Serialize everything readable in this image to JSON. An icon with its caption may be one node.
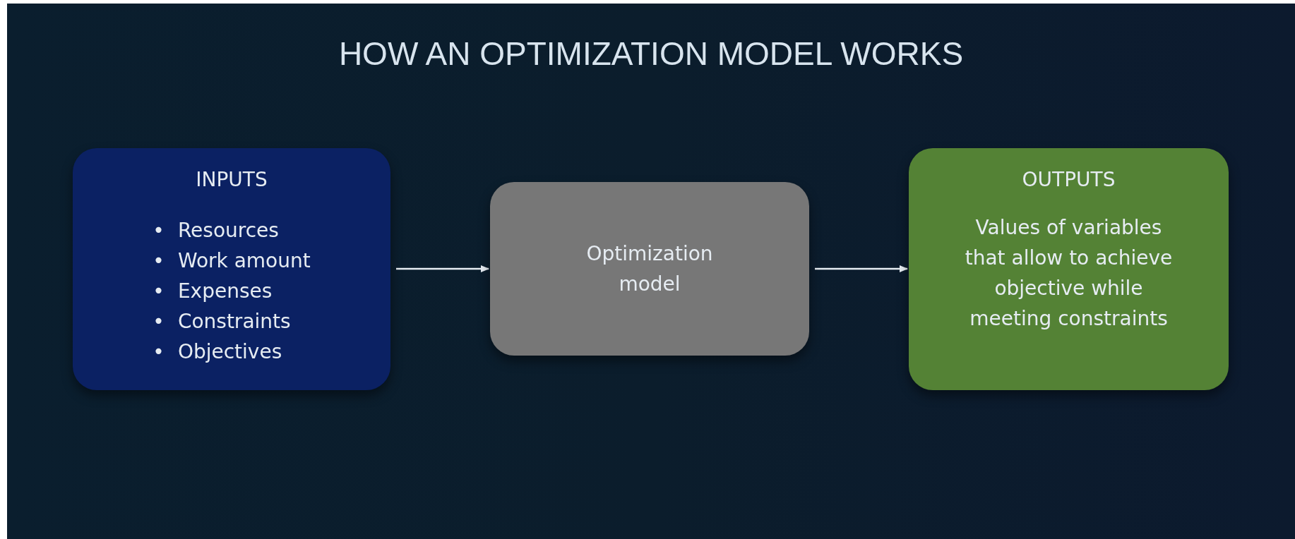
{
  "diagram": {
    "title": "HOW AN OPTIMIZATION MODEL WORKS",
    "nodes": [
      {
        "text": [
          "INPUTS",
          "•\tResources",
          "•\tWork amount",
          "•\tExpenses",
          "•\tConstraints",
          "•\tObjectives"
        ]
      },
      {
        "text": [
          "Optimization model"
        ]
      },
      {
        "text": [
          "OUTPUTS",
          "Values of variables that allow to achieve objective while meeting constraints"
        ]
      }
    ],
    "edges": [
      {
        "from": 0,
        "to": 1,
        "arrow": "to"
      },
      {
        "from": 1,
        "to": 2,
        "arrow": "to"
      }
    ]
  }
}
